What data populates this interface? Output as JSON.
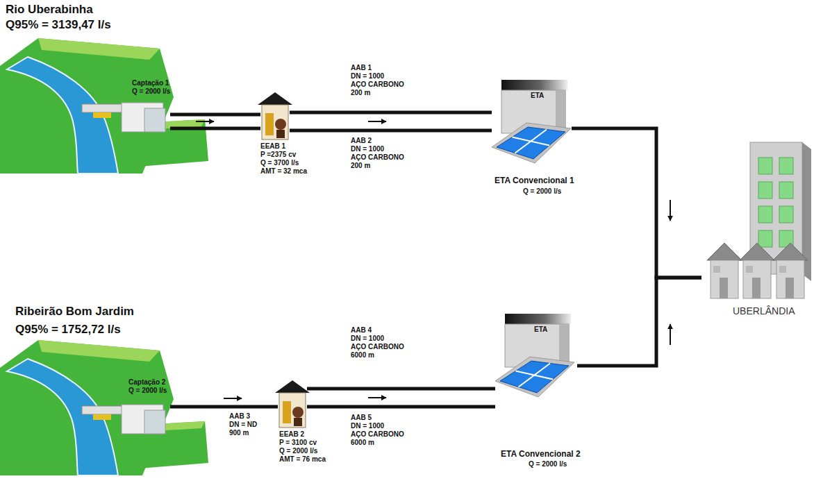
{
  "diagram": {
    "nodes": [
      {
        "text": [
          "Rio Uberabinha",
          "Q95% = 3139,47 l/s",
          "Captação 1",
          "Q = 2000 l/s"
        ]
      },
      {
        "text": [
          "EEAB 1",
          "P =2375 cv",
          "Q = 3700 l/s",
          "AMT = 32 mca"
        ]
      },
      {
        "text": [
          "ETA",
          "ETA Convencional 1",
          "Q = 2000 l/s"
        ]
      },
      {
        "text": [
          "UBERLÂNDIA"
        ]
      },
      {
        "text": [
          "Ribeirão Bom Jardim",
          "Q95% = 1752,72 l/s",
          "Captação 2",
          "Q = 2000 l/s"
        ]
      },
      {
        "text": [
          "EEAB 2",
          "P = 3100 cv",
          "Q = 2000 l/s",
          "AMT = 76 mca"
        ]
      },
      {
        "text": [
          "ETA",
          "ETA Convencional 2",
          "Q = 2000 l/s"
        ]
      }
    ],
    "edges": [
      {
        "from": 0,
        "to": 1,
        "arrow": "to"
      },
      {
        "from": 0,
        "to": 1,
        "arrow": "none"
      },
      {
        "from": 1,
        "to": 2,
        "label": "AAB 1",
        "arrow": "to"
      },
      {
        "from": 1,
        "to": 2,
        "label": "AAB 2",
        "arrow": "none"
      },
      {
        "from": 2,
        "to": 3,
        "arrow": "to"
      },
      {
        "from": 6,
        "to": 3,
        "arrow": "to"
      },
      {
        "from": 4,
        "to": 5,
        "label": "AAB 3",
        "arrow": "to"
      },
      {
        "from": 5,
        "to": 6,
        "label": "AAB 4",
        "arrow": "to"
      },
      {
        "from": 5,
        "to": 6,
        "label": "AAB 5",
        "arrow": "none"
      }
    ],
    "labels": [
      "DN = 1000",
      "AÇO CARBONO",
      "200 m",
      "DN = 1000",
      "AÇO CARBONO",
      "200 m",
      "DN = ND",
      "900 m",
      "DN = 1000",
      "AÇO CARBONO",
      "6000 m",
      "DN = 1000",
      "AÇO CARBONO",
      "6000 m"
    ]
  }
}
